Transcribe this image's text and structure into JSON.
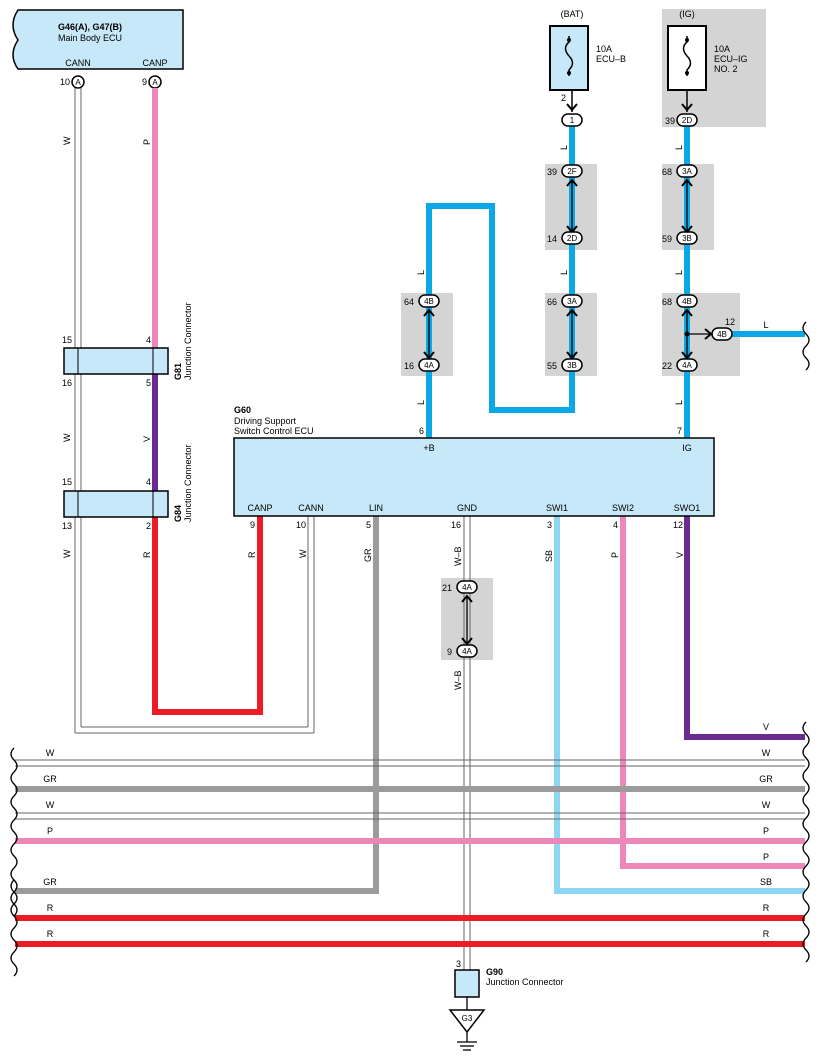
{
  "ecu_main": {
    "name": "G46(A), G47(B)",
    "desc": "Main Body ECU",
    "pin_cann": "CANN",
    "pin_canp": "CANP",
    "num_cann": "10",
    "num_canp": "9",
    "conn_a": "A"
  },
  "power": {
    "bat": {
      "label": "(BAT)",
      "fuse_amp": "10A",
      "fuse_name": "ECU–B",
      "pin_top": "2",
      "conn_1": "1"
    },
    "ig": {
      "label": "(IG)",
      "fuse_amp": "10A",
      "fuse_name1": "ECU–IG",
      "fuse_name2": "NO. 2",
      "pin": "39",
      "conn": "2D"
    }
  },
  "connectors": {
    "c2F": "2F",
    "c2D": "2D",
    "c3A": "3A",
    "c3B": "3B",
    "c4B": "4B",
    "c4A": "4A",
    "p39a": "39",
    "p14": "14",
    "p66": "66",
    "p55": "55",
    "p64": "64",
    "p16": "16",
    "p68a": "68",
    "p59": "59",
    "p68b": "68",
    "p22": "22",
    "p12": "12",
    "p21": "21",
    "p9": "9"
  },
  "junctions": {
    "g81": {
      "name": "G81",
      "desc": "Junction Connector",
      "p15": "15",
      "p4": "4",
      "p16": "16",
      "p5": "5"
    },
    "g84": {
      "name": "G84",
      "desc": "Junction Connector",
      "p15": "15",
      "p4": "4",
      "p13": "13",
      "p2": "2"
    },
    "g90": {
      "name": "G90",
      "desc": "Junction Connector",
      "p3": "3",
      "ground": "G3"
    }
  },
  "ecu_g60": {
    "name": "G60",
    "desc1": "Driving Support",
    "desc2": "Switch Control ECU",
    "pin_b": "+B",
    "pin_ig": "IG",
    "num_b": "6",
    "num_ig": "7",
    "pins": [
      {
        "name": "CANP",
        "num": "9"
      },
      {
        "name": "CANN",
        "num": "10"
      },
      {
        "name": "LIN",
        "num": "5"
      },
      {
        "name": "GND",
        "num": "16"
      },
      {
        "name": "SWI1",
        "num": "3"
      },
      {
        "name": "SWI2",
        "num": "4"
      },
      {
        "name": "SWO1",
        "num": "12"
      }
    ]
  },
  "wire_labels": {
    "w": "W",
    "p": "P",
    "v": "V",
    "r": "R",
    "l": "L",
    "gr": "GR",
    "wb": "W–B",
    "sb": "SB"
  },
  "colors": {
    "L": "#0aa9e6",
    "P": "#ee87b9",
    "V": "#6a2c8e",
    "R": "#ed1c24",
    "GR": "#9b9b9b",
    "SB": "#8dd6f2",
    "W": "#ffffff",
    "box": "#c7e8f8",
    "shade": "#d4d4d4"
  }
}
